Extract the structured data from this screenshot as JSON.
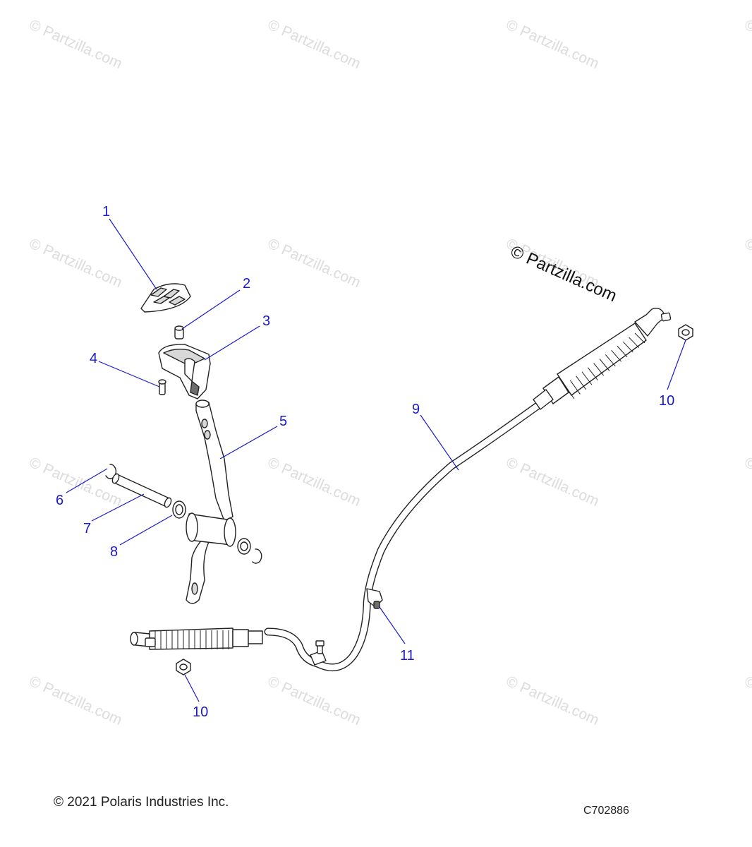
{
  "watermark": {
    "text": "© Partzilla.com"
  },
  "stamp": {
    "text": "© Partzilla.com"
  },
  "callouts": [
    {
      "id": "1",
      "label": "1"
    },
    {
      "id": "2",
      "label": "2"
    },
    {
      "id": "3",
      "label": "3"
    },
    {
      "id": "4",
      "label": "4"
    },
    {
      "id": "5",
      "label": "5"
    },
    {
      "id": "6",
      "label": "6"
    },
    {
      "id": "7",
      "label": "7"
    },
    {
      "id": "8",
      "label": "8"
    },
    {
      "id": "9",
      "label": "9"
    },
    {
      "id": "10a",
      "label": "10"
    },
    {
      "id": "10b",
      "label": "10"
    },
    {
      "id": "11",
      "label": "11"
    }
  ],
  "footer": {
    "copyright": "© 2021 Polaris Industries Inc.",
    "figure_id": "C702886"
  },
  "colors": {
    "callout": "#1a1acc",
    "watermark": "#dcdcdc",
    "line": "#222222"
  }
}
